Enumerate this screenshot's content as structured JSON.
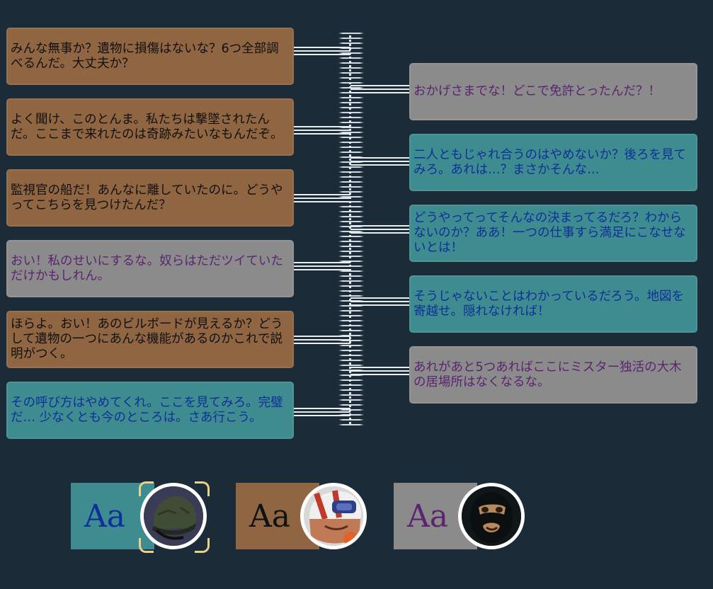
{
  "dialogue": {
    "left": [
      {
        "speaker": "brown",
        "text": "みんな無事か？遺物に損傷はないな？6つ全部調べるんだ。大丈夫か？"
      },
      {
        "speaker": "brown",
        "text": "よく聞け、このとんま。私たちは撃墜されたんだ。ここまで来れたのは奇跡みたいなもんだぞ。"
      },
      {
        "speaker": "brown",
        "text": "監視官の船だ！あんなに離していたのに。どうやってこちらを見つけたんだ？"
      },
      {
        "speaker": "gray",
        "text": "おい！私のせいにするな。奴らはただツイていただけかもしれん。"
      },
      {
        "speaker": "brown",
        "text": "ほらよ。おい！あのビルボードが見えるか？どうして遺物の一つにあんな機能があるのかこれで説明がつく。"
      },
      {
        "speaker": "teal",
        "text": "その呼び方はやめてくれ。ここを見てみろ。完璧だ… 少なくとも今のところは。さあ行こう。"
      }
    ],
    "right": [
      {
        "speaker": "gray",
        "text": "おかげさまでな！どこで免許とったんだ？！"
      },
      {
        "speaker": "teal",
        "text": "二人ともじゃれ合うのはやめないか？後ろを見てみろ。あれは…？まさかそんな…"
      },
      {
        "speaker": "teal",
        "text": "どうやってってそんなの決まってるだろ？わからないのか？ああ！一つの仕事すら満足にこなせないとは！"
      },
      {
        "speaker": "teal",
        "text": "そうじゃないことはわかっているだろう。地図を寄越せ。隠れなければ！"
      },
      {
        "speaker": "gray",
        "text": "あれがあと5つあればここにミスター独活の大木の居場所はなくなるな。"
      }
    ]
  },
  "legend": [
    {
      "label": "Aa",
      "bg": "#3e8c8f",
      "fg": "#0f2f9a",
      "icon": "helmet-soldier-icon",
      "selected": true
    },
    {
      "label": "Aa",
      "bg": "#8f6542",
      "fg": "#111111",
      "icon": "pilot-helmet-icon",
      "selected": false
    },
    {
      "label": "Aa",
      "bg": "#8b8b8b",
      "fg": "#5a2470",
      "icon": "balaclava-icon",
      "selected": false
    }
  ],
  "colors": {
    "background": "#1c2b38",
    "brown": "#8f6542",
    "gray": "#8b8b8b",
    "teal": "#3e8c8f"
  }
}
